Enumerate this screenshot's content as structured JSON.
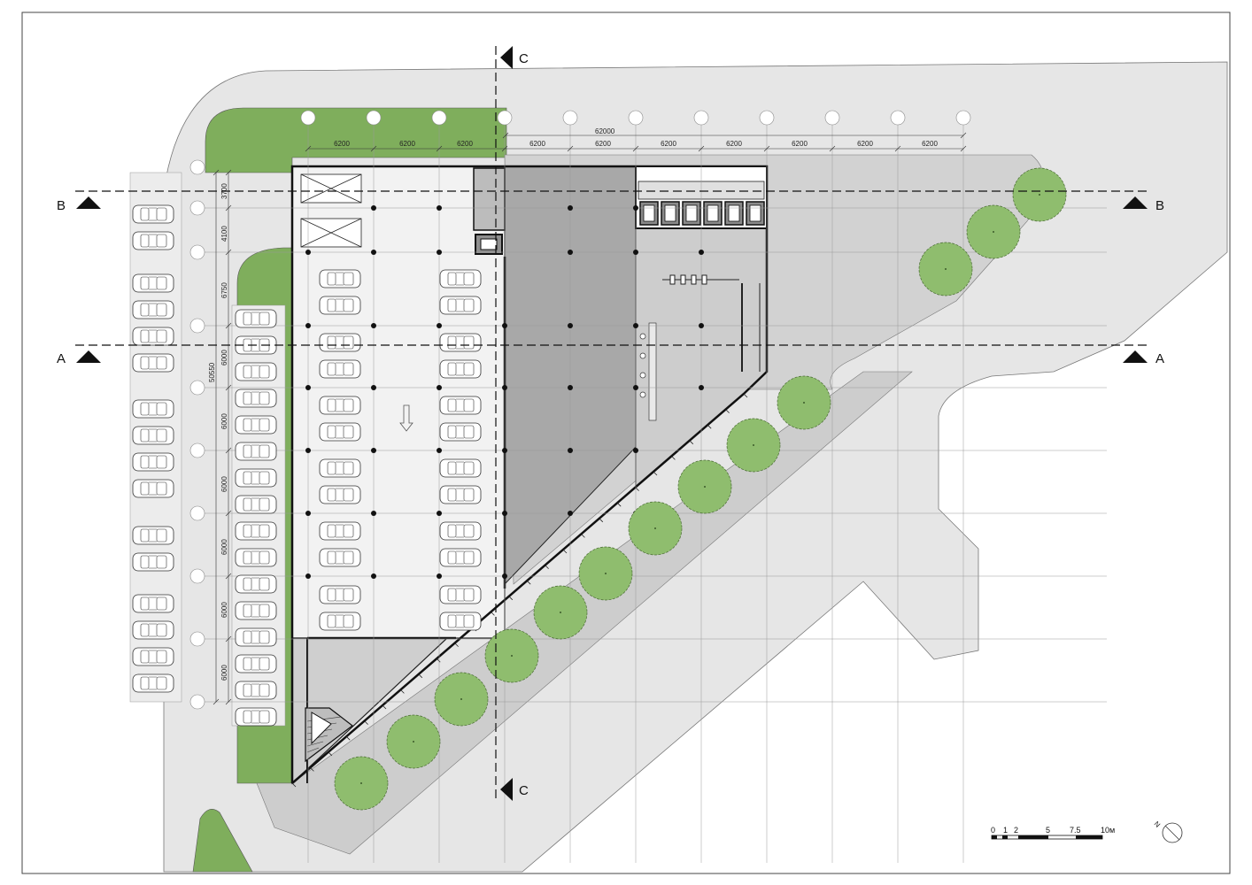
{
  "sections": {
    "a": "A",
    "b": "B",
    "c": "C"
  },
  "dimensions": {
    "total_width": "62000",
    "bay": "6200",
    "total_depth": "50550",
    "row_3700": "3700",
    "row_4100": "4100",
    "row_6750": "6750",
    "row_6000": "6000"
  },
  "scale_bar": {
    "t0": "0",
    "t1": "1",
    "t2": "2",
    "t5": "5",
    "t75": "7.5",
    "t10": "10м"
  },
  "north": {
    "label": "N"
  },
  "colors": {
    "paving": "#e6e6e6",
    "building_light": "#f2f2f2",
    "building_mid": "#cfcfcf",
    "building_dark": "#a8a8a8",
    "lawn": "#7fae5c",
    "tree": "#8fbd6e"
  }
}
